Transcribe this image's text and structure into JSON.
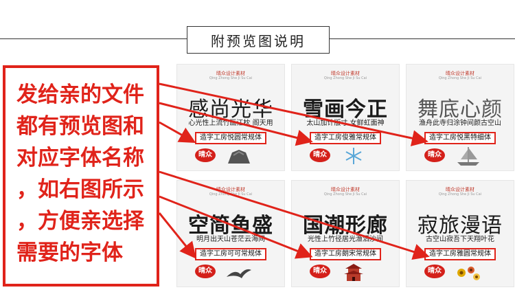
{
  "header": {
    "title": "附预览图说明"
  },
  "note": {
    "lines": [
      "发给亲的文件",
      "都有预览图和",
      "对应字体名称",
      "，如右图所示",
      "，方便亲选择",
      "需要的字体"
    ]
  },
  "colors": {
    "accent": "#e0231a",
    "card_bg": "#f4f4f4"
  },
  "cards": [
    {
      "brand_cn": "晴众设计素材",
      "brand_en": "Qing Zhong She Ji Su Cai",
      "sample": "感尚光华",
      "subtitle": "心光性上流竹画江枕 阁天用",
      "font_name": "造字工房悦圆常规体",
      "seal": "晴众",
      "deco": "rock"
    },
    {
      "brand_cn": "晴众设计素材",
      "brand_en": "Qing Zhong She Ji Su Cai",
      "sample": "雪画今正",
      "subtitle": "太山加计版寸 女鲜虹面神",
      "font_name": "造字工房俊雅常规体",
      "seal": "晴众",
      "deco": "snowflake"
    },
    {
      "brand_cn": "晴众设计素材",
      "brand_en": "Qing Zhong She Ji Su Cai",
      "sample": "舞底心颜",
      "subtitle": "渔舟此寺归涂钟间颜古空山",
      "font_name": "造字工房悦黑特细体",
      "seal": "晴众",
      "deco": "ship"
    },
    {
      "brand_cn": "晴众设计素材",
      "brand_en": "Qing Zhong She Ji Su Cai",
      "sample": "空简鱼盛",
      "subtitle": "明月出天山苍茫云海间",
      "font_name": "造字工房可可常规体",
      "seal": "晴众",
      "deco": "bird"
    },
    {
      "brand_cn": "晴众设计素材",
      "brand_en": "Qing Zhong She Ji Su Cai",
      "sample": "国潮形廊",
      "subtitle": "光性上竹径居光渔洒沙间",
      "font_name": "造字工房朗宋常规体",
      "seal": "晴众",
      "deco": "pagoda"
    },
    {
      "brand_cn": "晴众设计素材",
      "brand_en": "Qing Zhong She Ji Su Cai",
      "sample": "寂旅漫语",
      "subtitle": "古空山寂吾下天翔叶花",
      "font_name": "造字工房雅圆常规体",
      "seal": "晴众",
      "deco": "flowers"
    }
  ]
}
